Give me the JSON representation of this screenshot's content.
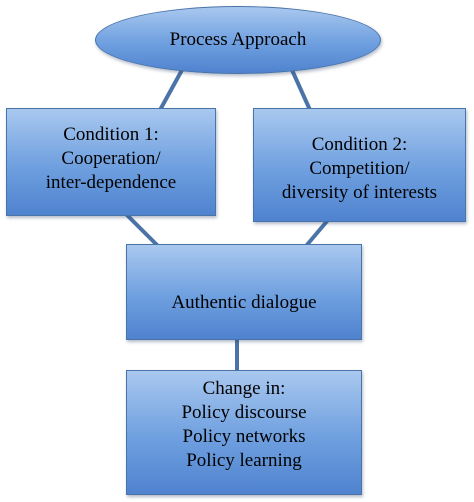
{
  "diagram": {
    "line_color": "#4a74a8",
    "fill_top": "#a9c8ef",
    "fill_bottom": "#4f83cf",
    "nodes": {
      "process": {
        "lines": [
          "Process Approach"
        ]
      },
      "condition1": {
        "lines": [
          "Condition 1:",
          "Cooperation/",
          "inter-dependence"
        ]
      },
      "condition2": {
        "lines": [
          "Condition 2:",
          "Competition/",
          "diversity of interests"
        ]
      },
      "dialogue": {
        "lines": [
          "Authentic dialogue"
        ]
      },
      "change": {
        "lines": [
          "Change in:",
          "Policy discourse",
          "Policy networks",
          "Policy learning"
        ]
      }
    },
    "connections": [
      [
        "process",
        "condition1"
      ],
      [
        "process",
        "condition2"
      ],
      [
        "condition1",
        "dialogue"
      ],
      [
        "condition2",
        "dialogue"
      ],
      [
        "dialogue",
        "change"
      ]
    ]
  }
}
